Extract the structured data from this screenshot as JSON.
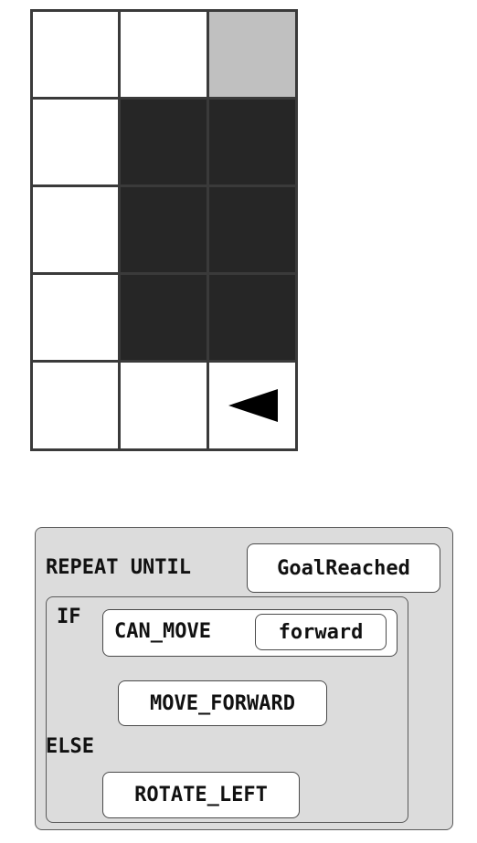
{
  "grid": {
    "rows": 5,
    "cols": 3,
    "cells": [
      [
        "white",
        "white",
        "gray"
      ],
      [
        "white",
        "black",
        "black"
      ],
      [
        "white",
        "black",
        "black"
      ],
      [
        "white",
        "black",
        "black"
      ],
      [
        "white",
        "white",
        "white"
      ]
    ],
    "robot": {
      "row": 4,
      "col": 2,
      "facing": "left",
      "icon": "triangle-left-icon"
    },
    "colors": {
      "white": "#ffffff",
      "black": "#262626",
      "gray": "#c0c0c0",
      "lines": "#3a3a3a"
    }
  },
  "program": {
    "repeat_keyword": "REPEAT UNTIL",
    "repeat_condition": "GoalReached",
    "if_keyword": "IF",
    "condition_name": "CAN_MOVE",
    "condition_arg": "forward",
    "then_action": "MOVE_FORWARD",
    "else_keyword": "ELSE",
    "else_action": "ROTATE_LEFT"
  }
}
